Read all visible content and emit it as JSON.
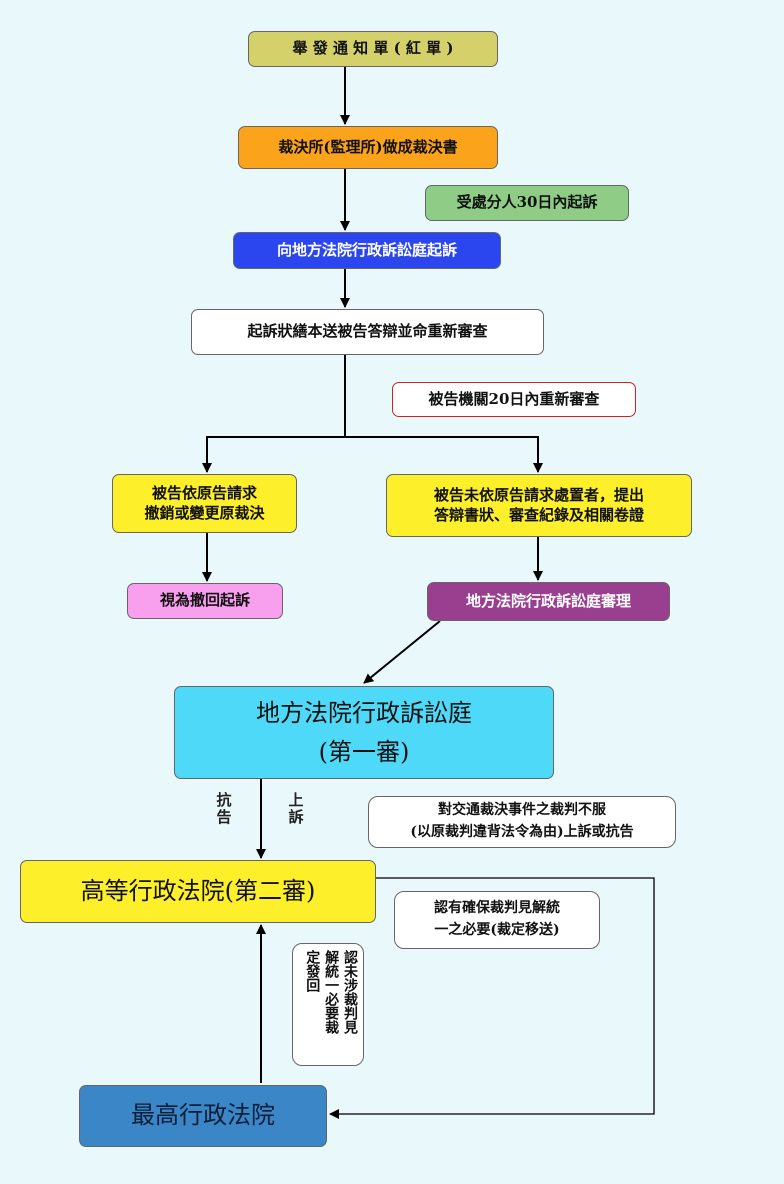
{
  "steps": {
    "ticket": "舉 發 通 知 單 ( 紅 單 )",
    "ruling": "裁決所(監理所)做成裁決書",
    "deadline": "受處分人30日內起訴",
    "sue": "向地方法院行政訴訟庭起訴",
    "serve": "起訴狀繕本送被告答辯並命重新審查",
    "review": "被告機關20日內重新審查",
    "revoke_line1": "被告依原告請求",
    "revoke_line2": "撤銷或變更原裁決",
    "notcomply_line1": "被告未依原告請求處置者，提出",
    "notcomply_line2": "答辯書狀、審查紀錄及相關卷證",
    "withdraw": "視為撤回起訴",
    "trial": "地方法院行政訴訟庭審理",
    "first_line1": "地方法院行政訴訟庭",
    "first_line2": "(第一審)",
    "second": "高等行政法院(第二審)",
    "supreme": "最高行政法院"
  },
  "labels": {
    "protest": "抗告",
    "appeal": "上訴",
    "dissatisfied_line1": "對交通裁決事件之裁判不服",
    "dissatisfied_line2": "(以原裁判違背法令為由)上訴或抗告",
    "transfer_line1": "認有確保裁判見解統",
    "transfer_line2": "一之必要(裁定移送)",
    "remand_col1": "認未涉裁判見",
    "remand_col2": "解統一必要裁",
    "remand_col3": "定發回"
  },
  "colors": {
    "ticket": "#d4d06a",
    "ruling": "#fba31a",
    "deadline": "#8fcd86",
    "sue": "#2b46ee",
    "serve": "#ffffff",
    "review_border": "#cc2222",
    "yellow": "#fdf02a",
    "withdraw": "#f8a0ee",
    "trial": "#9a3f90",
    "first": "#4fd9f8",
    "supreme": "#3a86c6"
  }
}
